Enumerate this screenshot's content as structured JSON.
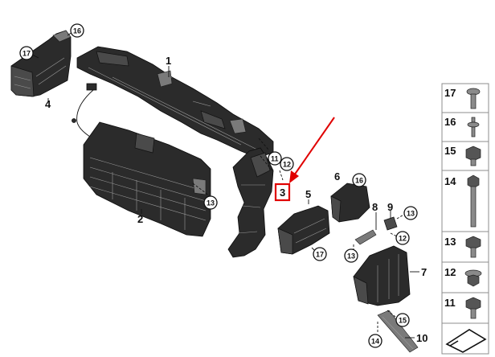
{
  "parts": {
    "p1": "1",
    "p2": "2",
    "p3": "3",
    "p4": "4",
    "p5": "5",
    "p6": "6",
    "p7": "7",
    "p8": "8",
    "p9": "9",
    "p10": "10"
  },
  "callouts": {
    "c16a": "16",
    "c17a": "17",
    "c11": "11",
    "c12a": "12",
    "c13a": "13",
    "c16b": "16",
    "c13b": "13",
    "c13c": "13",
    "c12b": "12",
    "c17b": "17",
    "c15": "15",
    "c14": "14"
  },
  "hardware_table": {
    "rows": [
      "17",
      "16",
      "15",
      "14",
      "13",
      "12",
      "11"
    ]
  },
  "colors": {
    "highlight": "#e00000",
    "part": "#2b2b2b"
  },
  "icons": {
    "last_cell": "blank-panel-icon"
  }
}
